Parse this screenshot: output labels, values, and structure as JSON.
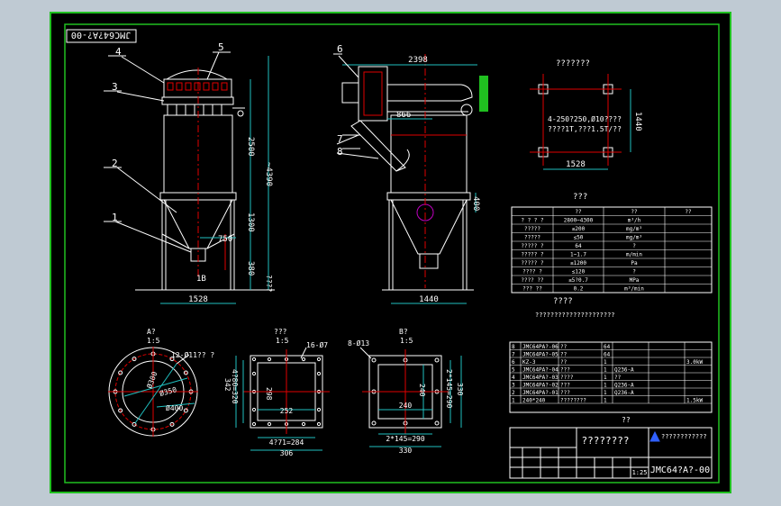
{
  "drawing": {
    "code_tab": "JMC64?A?-00",
    "title_drawing_no": "JMC64?A?-00",
    "sheet_mark": "??",
    "company": "????????????",
    "title_block_text": "????????",
    "scale": "1:25"
  },
  "front_view": {
    "callouts": [
      "4",
      "3",
      "2",
      "1",
      "5"
    ],
    "dims": {
      "width": "1528",
      "h2500": "2500",
      "h1300": "1300",
      "h380": "380",
      "total": "~4390",
      "d750": "750",
      "outlet": "1B",
      "ground": "????"
    }
  },
  "side_view": {
    "callouts": [
      "6",
      "7",
      "8"
    ],
    "dims": {
      "top": "2398",
      "mid": "866",
      "inlet": "400",
      "bottom": "1440"
    }
  },
  "plan_view": {
    "title": "???????",
    "note1": "4-250?250,Ø10????",
    "note2": "????1T,???1.5T/??",
    "dim_w": "1528",
    "dim_h": "1440"
  },
  "tech_table": {
    "title": "???",
    "header": [
      "??",
      "??",
      "??"
    ],
    "rows": [
      [
        "? ? ? ?",
        "2800~4300",
        "m³/h"
      ],
      [
        "?????",
        "≤200",
        "mg/m³"
      ],
      [
        "?????",
        "≤50",
        "mg/m³"
      ],
      [
        "????? ?",
        "64",
        "?"
      ],
      [
        "????? ?",
        "1~1.7",
        "m/min"
      ],
      [
        "????? ?",
        "≤1200",
        "Pa"
      ],
      [
        "???? ?",
        "≤120",
        "?"
      ],
      [
        "???? ??",
        "≤5?0.7",
        "MPa"
      ],
      [
        "??? ??",
        "0.2",
        "m³/min"
      ]
    ]
  },
  "notes": {
    "title": "????",
    "line": "?????????????????????"
  },
  "detail_a": {
    "label": "A?",
    "scale": "1:5",
    "holes": "12-Ø11?? ?",
    "d1": "Ø300",
    "d2": "Ø350",
    "d3": "Ø400"
  },
  "detail_mid": {
    "label": "???",
    "scale": "1:5",
    "holes": "16-Ø7",
    "h_left": "4?80=320",
    "h_outer": "342",
    "h_inner": "298",
    "w_inner": "252",
    "w_mid": "4?71=284",
    "w_outer": "306"
  },
  "detail_b": {
    "label": "B?",
    "scale": "1:5",
    "holes": "8-Ø13",
    "w_inner": "240",
    "w_mid": "2*145=290",
    "w_outer": "330",
    "h_inner": "240",
    "h_mid": "2*145=290",
    "h_outer": "330"
  },
  "bom": {
    "rows": [
      [
        "8",
        "JMC64PA?-06",
        "??",
        "64",
        "",
        "",
        ""
      ],
      [
        "7",
        "JMC64PA?-05",
        "??",
        "64",
        "",
        "",
        ""
      ],
      [
        "6",
        "KZ-3",
        "??",
        "1",
        "",
        "",
        "3.0kW"
      ],
      [
        "5",
        "JMC64PA?-04",
        "???",
        "1",
        "Q236-A",
        "",
        ""
      ],
      [
        "4",
        "JMC64PA?-03",
        "????",
        "1",
        "??",
        "",
        ""
      ],
      [
        "3",
        "JMC64PA?-02",
        "???",
        "1",
        "Q236-A",
        "",
        ""
      ],
      [
        "2",
        "JMC64PA?-01",
        "???",
        "1",
        "Q236-A",
        "",
        ""
      ],
      [
        "1",
        "240*240",
        "????????",
        "1",
        "",
        "",
        "1.5kW"
      ]
    ]
  }
}
